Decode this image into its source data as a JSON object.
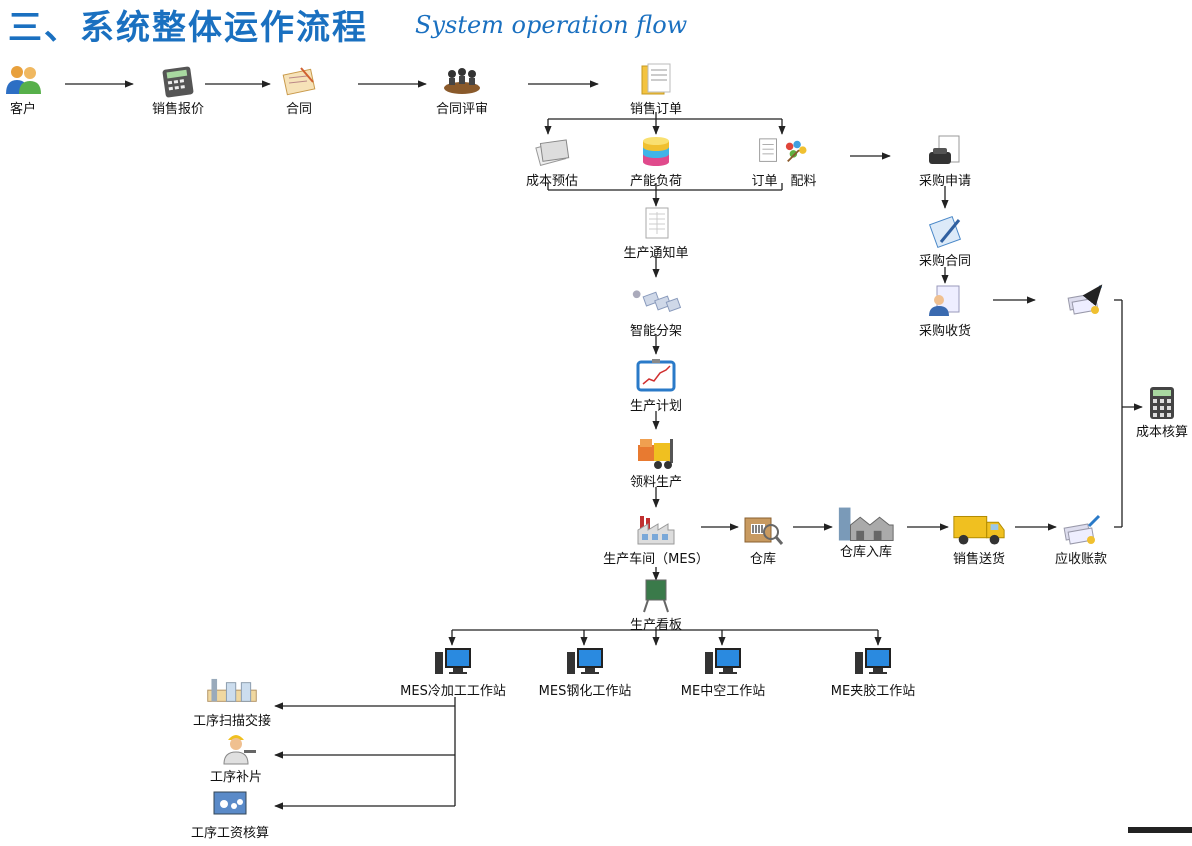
{
  "title_cn": "三、系统整体运作流程",
  "title_en": "System operation flow",
  "nodes": {
    "customer": "客户",
    "quotation": "销售报价",
    "contract": "合同",
    "contract_review": "合同评审",
    "sales_order": "销售订单",
    "cost_estimate": "成本预估",
    "capacity_load": "产能负荷",
    "order_material": "订单　配料",
    "purchase_request": "采购申请",
    "production_notice": "生产通知单",
    "smart_rack": "智能分架",
    "purchase_contract": "采购合同",
    "purchase_receipt": "采购收货",
    "production_plan": "生产计划",
    "cost_accounting": "成本核算",
    "material_issue": "领料生产",
    "workshop": "生产车间（MES）",
    "warehouse": "仓库",
    "warehouse_in": "仓库入库",
    "sales_delivery": "销售送货",
    "receivables": "应收账款",
    "production_board": "生产看板",
    "mes_cold": "MES冷加工工作站",
    "mes_tempered": "MES钢化工作站",
    "me_hollow": "ME中空工作站",
    "me_laminated": "ME夹胶工作站",
    "process_scan": "工序扫描交接",
    "process_patch": "工序补片",
    "process_wage": "工序工资核算"
  }
}
